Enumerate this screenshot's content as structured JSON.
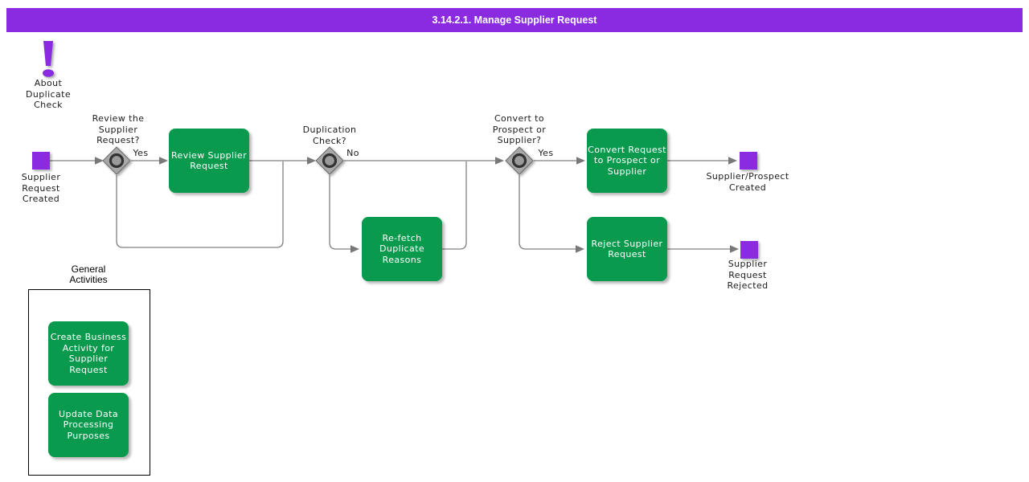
{
  "title": "3.14.2.1. Manage Supplier Request",
  "colors": {
    "purple": "#8A2BE2",
    "green": "#0A9A4D",
    "line": "#808080",
    "gateway_fill": "#A8A8A8"
  },
  "note": {
    "label": "About\nDuplicate\nCheck"
  },
  "start_event": {
    "label": "Supplier\nRequest\nCreated"
  },
  "gateways": [
    {
      "question": "Review the\nSupplier\nRequest?",
      "branch_label": "Yes"
    },
    {
      "question": "Duplication\nCheck?",
      "branch_label": "No"
    },
    {
      "question": "Convert to\nProspect or\nSupplier?",
      "branch_label": "Yes"
    }
  ],
  "tasks": {
    "review": "Review Supplier\nRequest",
    "refetch": "Re-fetch\nDuplicate\nReasons",
    "convert": "Convert Request\nto Prospect or\nSupplier",
    "reject": "Reject Supplier\nRequest"
  },
  "end_events": [
    {
      "label": "Supplier/Prospect\nCreated"
    },
    {
      "label": "Supplier\nRequest\nRejected"
    }
  ],
  "general_activities": {
    "title": "General\nActivities",
    "items": [
      {
        "label": "Create Business\nActivity for\nSupplier\nRequest"
      },
      {
        "label": "Update Data\nProcessing\nPurposes"
      }
    ]
  }
}
